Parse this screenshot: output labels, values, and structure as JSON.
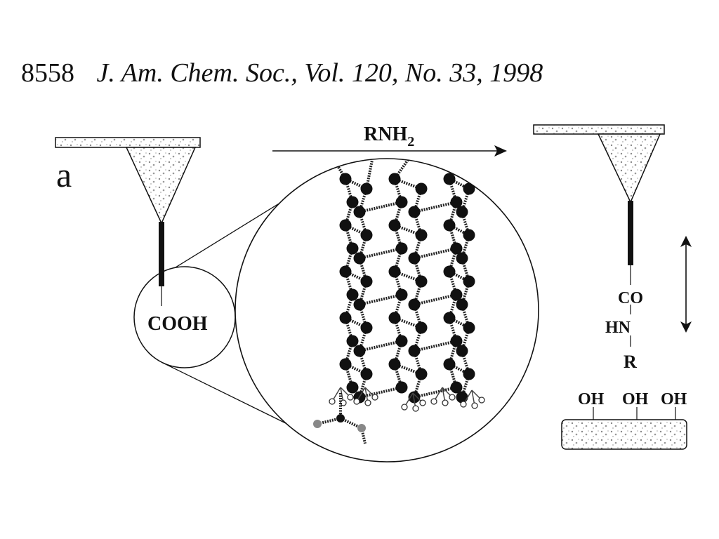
{
  "header": {
    "page_number": "8558",
    "citation": "J. Am. Chem. Soc., Vol. 120, No. 33, 1998"
  },
  "figure": {
    "panel_label": "a",
    "reagent": "RNH",
    "reagent_subscript": "2",
    "left_tip_group": "COOH",
    "right_tip_groups": {
      "carbonyl": "CO",
      "amine": "HN",
      "substituent": "R"
    },
    "surface_groups": [
      "OH",
      "OH",
      "OH"
    ]
  }
}
